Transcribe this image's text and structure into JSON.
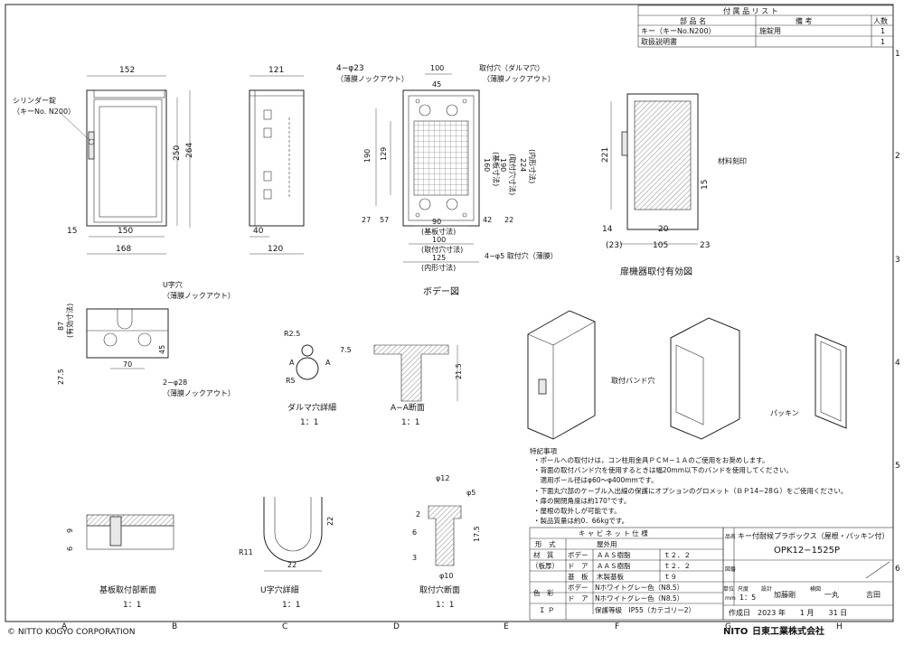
{
  "accessories": {
    "title": "付 属 品 リ ス ト",
    "headers": [
      "部 品 名",
      "備 考",
      "人数"
    ],
    "rows": [
      {
        "name": "キー（キーNo.N200）",
        "note": "施錠用",
        "qty": "1"
      },
      {
        "name": "取扱説明書",
        "note": "",
        "qty": "1"
      }
    ]
  },
  "row_marks": [
    "1",
    "2",
    "3",
    "4",
    "5",
    "6"
  ],
  "col_marks": [
    "A",
    "B",
    "C",
    "D",
    "E",
    "F",
    "G",
    "H"
  ],
  "front_view": {
    "dims": [
      "152",
      "264",
      "250",
      "15",
      "150",
      "168"
    ],
    "callout": [
      "シリンダー錠",
      "（キーNo. N200）"
    ]
  },
  "side_view": {
    "dims": [
      "121",
      "40",
      "120"
    ]
  },
  "body_view": {
    "callouts": [
      "4−φ23",
      "（薄膜ノックアウト）",
      "取付穴（ダルマ穴）",
      "（薄膜ノックアウト）",
      "4−φ5 取付穴（薄膜）"
    ],
    "dims": [
      "100",
      "45",
      "190",
      "129",
      "27",
      "57",
      "160",
      "(基板寸法)",
      "190",
      "(取付穴寸法)",
      "224",
      "(内形寸法)",
      "90",
      "(基板寸法)",
      "100",
      "(取付穴寸法)",
      "42",
      "22",
      "125",
      "(内形寸法)"
    ],
    "caption": "ボデー図"
  },
  "door_view": {
    "dims": [
      "221",
      "15",
      "14",
      "20",
      "(23)",
      "105",
      "23"
    ],
    "callout": "材料刻印",
    "caption": "扉機器取付有効図"
  },
  "bottom_view": {
    "dims": [
      "87",
      "(有効寸法)",
      "45",
      "27.5",
      "70"
    ],
    "callouts": [
      "U字穴",
      "（薄膜ノックアウト）",
      "2−φ28",
      "（薄膜ノックアウト）"
    ]
  },
  "daruma_detail": {
    "dims": [
      "R2.5",
      "A",
      "A",
      "R5",
      "7.5"
    ],
    "caption": "ダルマ穴詳細",
    "scale": "1：1"
  },
  "aa_section": {
    "dims": [
      "21.5"
    ],
    "caption": "A−A断面",
    "scale": "1：1"
  },
  "iso_views": {
    "callouts": [
      "取付バンド穴",
      "パッキン"
    ]
  },
  "notes": {
    "title": "特記事項",
    "lines": [
      "・ポールへの取付けは，コン柱用金具ＰＣＭ−１Ａのご使用をお奨めします。",
      "・背面の取付バンド穴を使用するときは幅20mm以下のバンドを使用してください。",
      "　適用ポール径はφ60〜φ400mmです。",
      "・下面丸穴部のケーブル入出線の保護にオプションのグロメット（ＢＰ14−28Ｇ）をご使用ください。",
      "・扉の開閉角度は約170°です。",
      "・屋根の取外しが可能です。",
      "・製品質量は約0．66kgです。"
    ]
  },
  "board_section": {
    "dims": [
      "9",
      "6"
    ],
    "caption": "基板取付部断面",
    "scale": "1：1"
  },
  "u_detail": {
    "dims": [
      "22",
      "R11",
      "22"
    ],
    "caption": "U字穴詳細",
    "scale": "1：1"
  },
  "hole_section": {
    "dims": [
      "φ12",
      "φ5",
      "2",
      "6",
      "17.5",
      "3",
      "φ10"
    ],
    "caption": "取付穴断面",
    "scale": "1：1"
  },
  "cabinet_spec": {
    "title": "キ ャ ビ ネ ッ ト 仕 様",
    "rows": [
      [
        "形　式",
        "",
        "屋外用",
        ""
      ],
      [
        "材　質",
        "ボデー",
        "ＡＡＳ樹脂",
        "ｔ２．２"
      ],
      [
        "（板厚）",
        "ド　ア",
        "ＡＡＳ樹脂",
        "ｔ２．２"
      ],
      [
        "",
        "基　板",
        "木製基板",
        "ｔ９"
      ],
      [
        "色　彩",
        "ボデー",
        "Nホワイトグレー色（N8.5）",
        ""
      ],
      [
        "",
        "ド　ア",
        "Nホワイトグレー色（N8.5）",
        ""
      ],
      [
        "Ｉ Ｐ",
        "",
        "保護等級　IP55（カテゴリー2）",
        ""
      ]
    ]
  },
  "title_block": {
    "name_label": "品名",
    "name": "キー付耐候プラボックス（屋根・パッキン付）",
    "drawing_label": "図番",
    "model": "OPK12−1525P",
    "unit_label": "単位",
    "unit": "mm",
    "scale_label": "尺度",
    "scale": "1：5",
    "designer_label": "設計",
    "designer": "加藤剛",
    "checker_label": "検図",
    "checker": "一丸",
    "approver": "吉田",
    "date": "作成日　2023 年　　1 月　　31 日",
    "company": "日東工業株式会社",
    "company_logo": "NITO"
  },
  "copyright": "© NITTO KOGYO CORPORATION"
}
